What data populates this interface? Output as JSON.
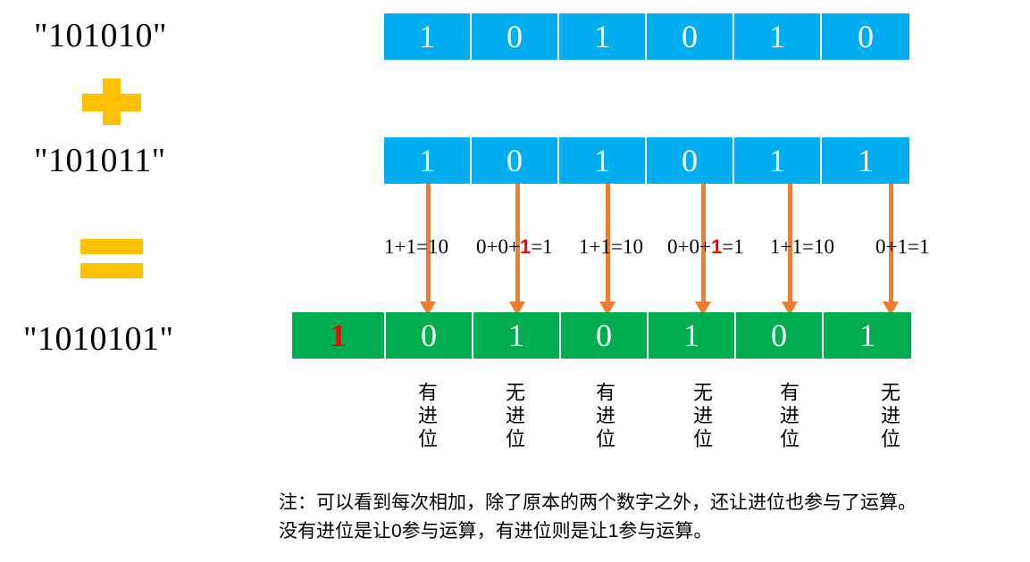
{
  "diagram": {
    "title": "binary-addition-with-carry",
    "colors": {
      "operand_row": "#00aeef",
      "result_row": "#00ad50",
      "operator": "#ffc000",
      "arrow": "#ed7d31",
      "carry_highlight": "#ff0000"
    }
  },
  "operands": {
    "first_label": "\"101010\"",
    "second_label": "\"101011\"",
    "result_label": "\"1010101\"",
    "plus_symbol": "+",
    "equals_symbol": "="
  },
  "rows": {
    "first_bits": [
      "1",
      "0",
      "1",
      "0",
      "1",
      "0"
    ],
    "second_bits": [
      "1",
      "0",
      "1",
      "0",
      "1",
      "1"
    ],
    "result_bits": [
      "1",
      "0",
      "1",
      "0",
      "1",
      "0",
      "1"
    ]
  },
  "equations": [
    {
      "prefix": "1+1=10",
      "carry": "",
      "suffix": ""
    },
    {
      "prefix": "0+0+",
      "carry": "1",
      "suffix": "=1"
    },
    {
      "prefix": "1+1=10",
      "carry": "",
      "suffix": ""
    },
    {
      "prefix": "0+0+",
      "carry": "1",
      "suffix": "=1"
    },
    {
      "prefix": "1+1=10",
      "carry": "",
      "suffix": ""
    },
    {
      "prefix": "0+1=1",
      "carry": "",
      "suffix": ""
    }
  ],
  "carry_captions": [
    "有进位",
    "无进位",
    "有进位",
    "无进位",
    "有进位",
    "无进位"
  ],
  "note": {
    "line1": "注：可以看到每次相加，除了原本的两个数字之外，还让进位也参与了运算。",
    "line2": "没有进位是让0参与运算，有进位则是让1参与运算。"
  }
}
